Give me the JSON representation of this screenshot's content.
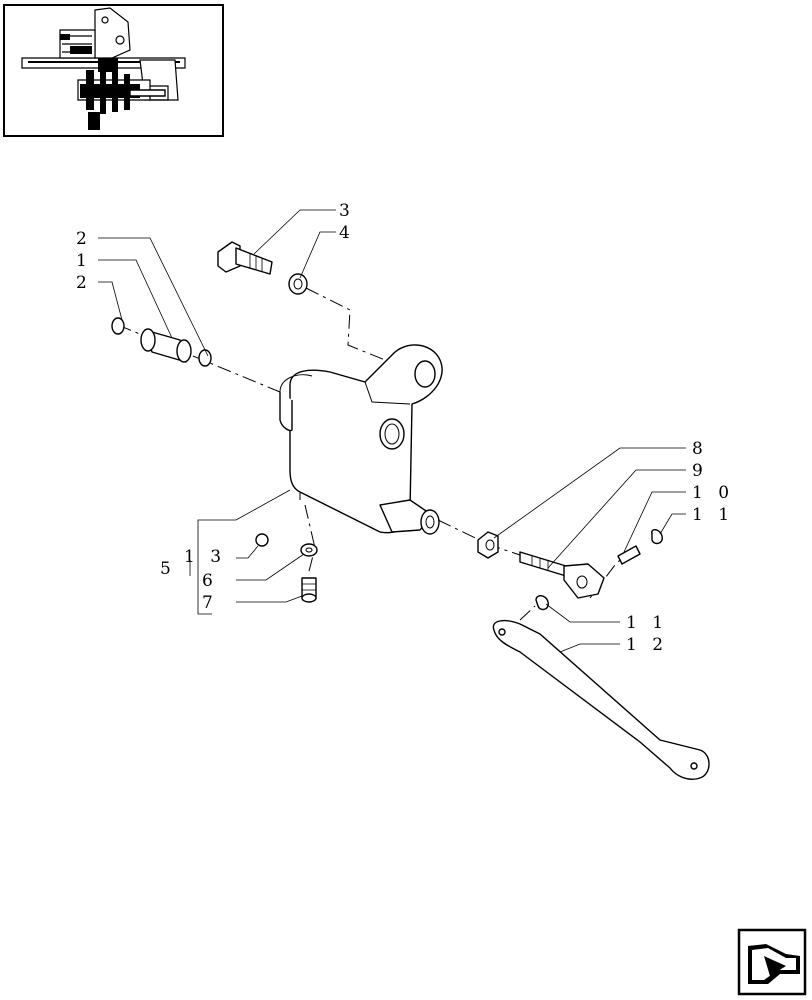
{
  "callouts": {
    "c2a": "2",
    "c1": "1",
    "c2b": "2",
    "c3": "3",
    "c4": "4",
    "c8": "8",
    "c9": "9",
    "c10": "1 0",
    "c11a": "1 1",
    "c11b": "1 1",
    "c12": "1 2",
    "c5": "5",
    "c13": "1 3",
    "c6": "6",
    "c7": "7"
  },
  "icons": {
    "thumbnail": "assembly-location-thumbnail",
    "nav": "next-page-arrow-icon"
  }
}
